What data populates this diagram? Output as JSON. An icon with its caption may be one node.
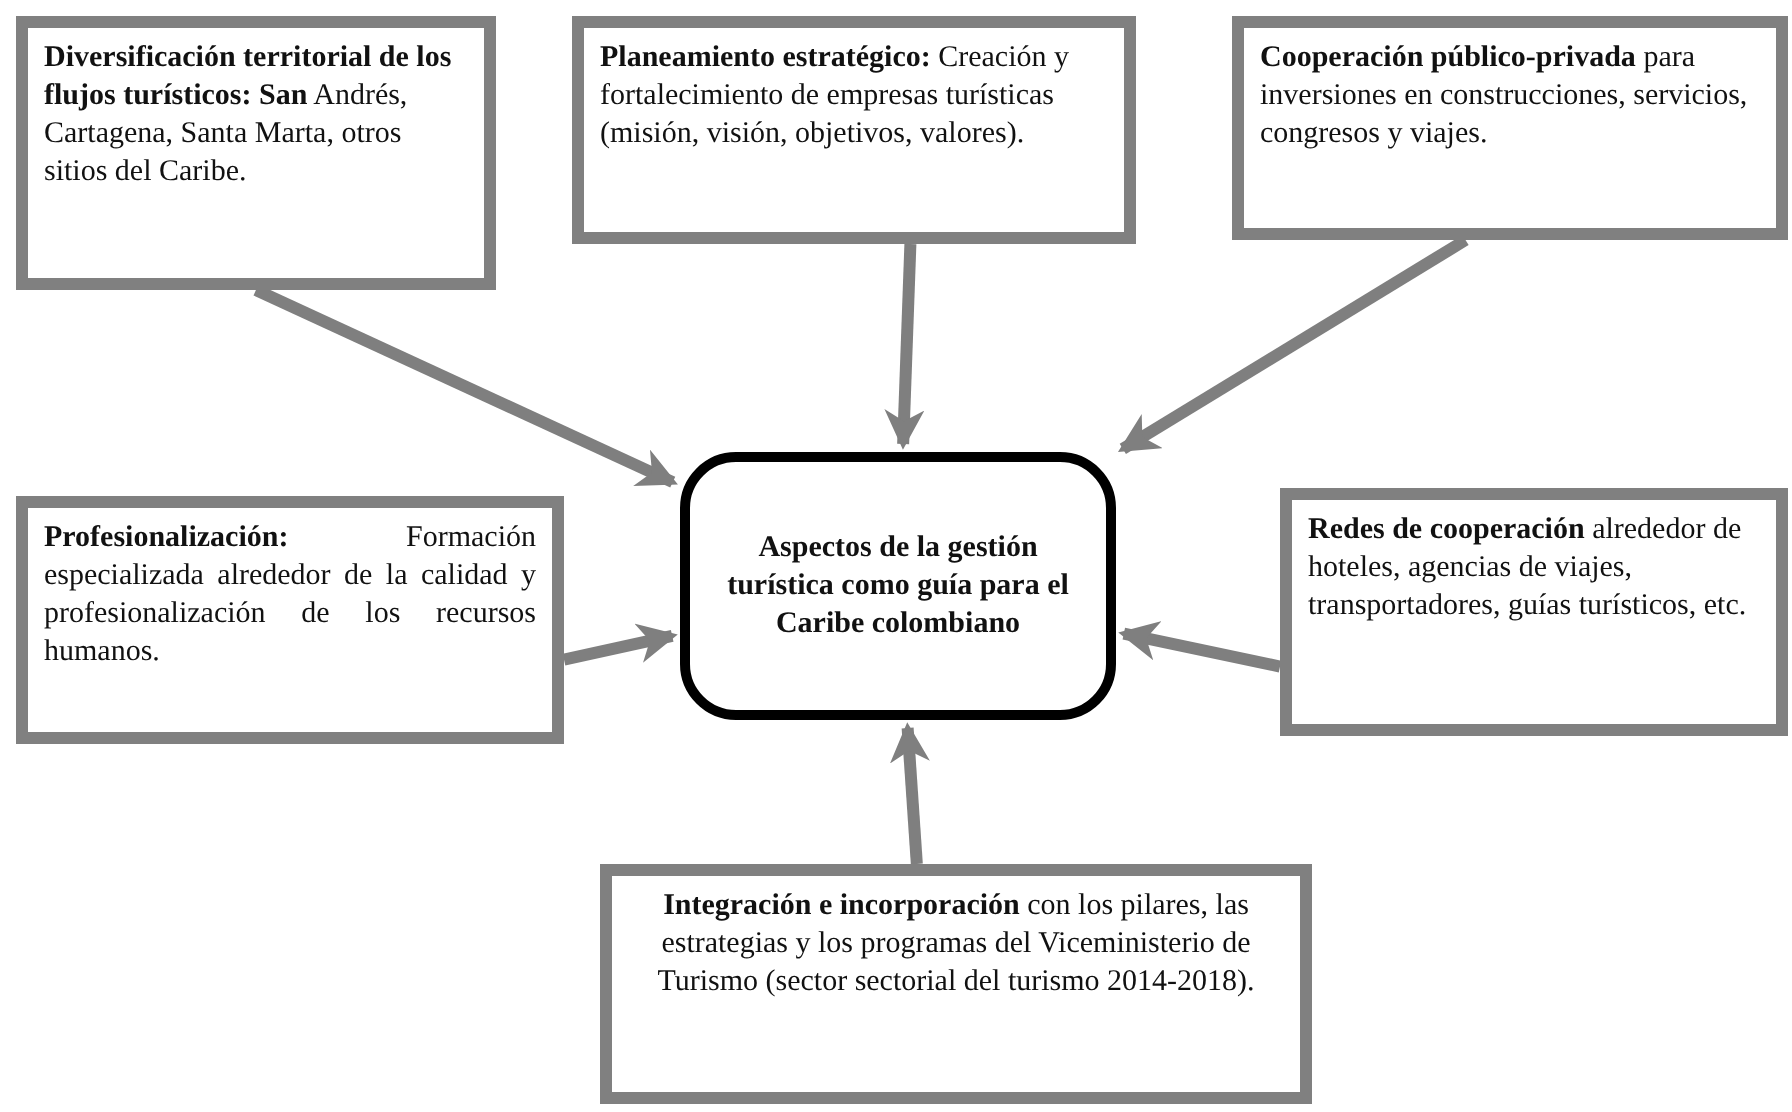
{
  "diagram": {
    "nodes": [
      {
        "text": [
          "**Diversificación territorial de los flujos turísticos: San** Andrés, Cartagena, Santa Marta, otros sitios del Caribe."
        ]
      },
      {
        "text": [
          "**Planeamiento estratégico:** Creación y fortalecimiento de empresas turísticas (misión, visión, objetivos, valores)."
        ]
      },
      {
        "text": [
          "**Cooperación público-privada** para inversiones en construcciones, servicios, congresos y viajes."
        ]
      },
      {
        "text": [
          "**Profesionalización:** Formación especializada alrededor de la calidad y profesionalización de los recursos humanos."
        ]
      },
      {
        "text": [
          "Aspectos de la gestión turística como guía para el Caribe colombiano"
        ]
      },
      {
        "text": [
          "**Redes de cooperación** alrededor de hoteles, agencias de viajes, transportadores, guías turísticos, etc."
        ]
      },
      {
        "text": [
          "**Integración e incorporación** con los pilares, las estrategias y los programas del Viceministerio de Turismo (sector sectorial del turismo 2014-2018)."
        ]
      }
    ],
    "edges": [
      {
        "from": 0,
        "to": 4,
        "arrow": "to"
      },
      {
        "from": 1,
        "to": 4,
        "arrow": "to"
      },
      {
        "from": 2,
        "to": 4,
        "arrow": "to"
      },
      {
        "from": 3,
        "to": 4,
        "arrow": "to"
      },
      {
        "from": 5,
        "to": 4,
        "arrow": "to"
      },
      {
        "from": 6,
        "to": 4,
        "arrow": "to"
      }
    ]
  }
}
